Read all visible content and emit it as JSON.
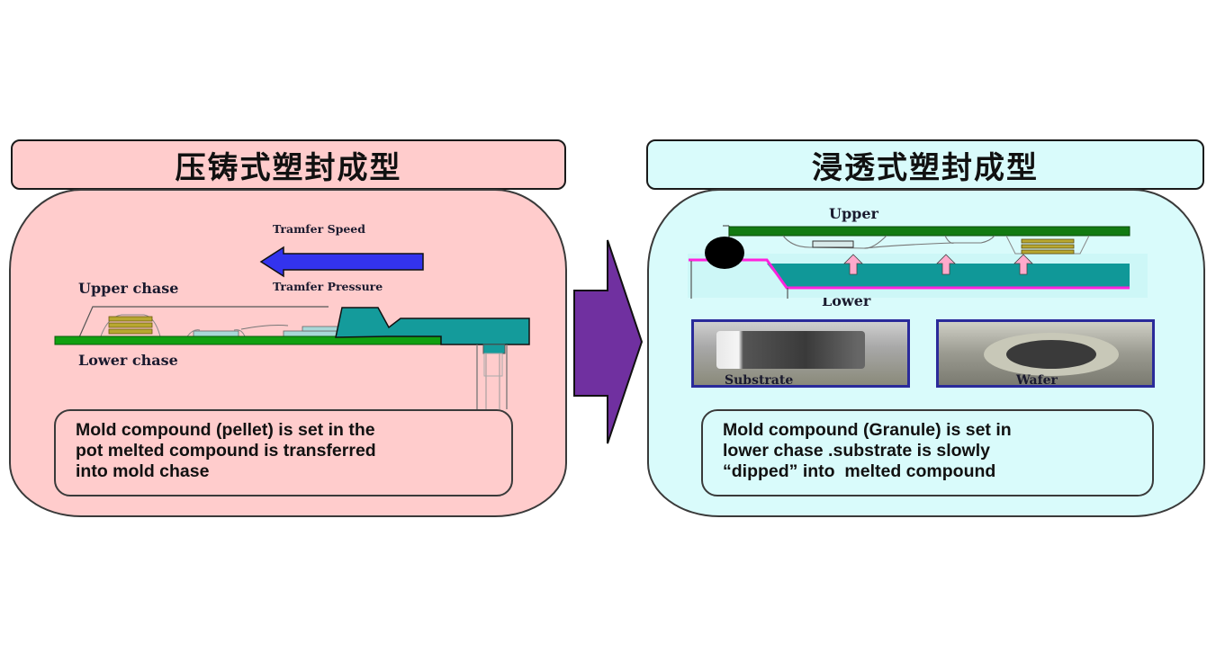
{
  "left_panel": {
    "title": "压铸式塑封成型",
    "colors": {
      "background": "#ffcccc",
      "border": "#3a3a3a"
    },
    "diagram": {
      "labels": {
        "transfer_speed": "Tramfer Speed",
        "transfer_pressure": "Tramfer Pressure",
        "upper_chase": "Upper chase",
        "lower_chase": "Lower chase"
      },
      "arrow_direction": "left",
      "arrow_color": "#3333ee"
    },
    "description": {
      "lines": [
        "Mold compound (pellet) is set in the",
        "pot melted compound is transferred",
        "into mold chase"
      ]
    }
  },
  "transition_arrow": {
    "direction": "right",
    "color": "#7030a0"
  },
  "right_panel": {
    "title": "浸透式塑封成型",
    "colors": {
      "background": "#d9fbfb",
      "border": "#3a3a3a"
    },
    "diagram": {
      "labels": {
        "upper": "Upper",
        "lower": "Lower"
      },
      "up_arrow_count": 3,
      "up_arrow_color": "#ffaacc"
    },
    "photos": [
      {
        "label": "Substrate"
      },
      {
        "label": "Wafer"
      }
    ],
    "description": {
      "lines": [
        "Mold compound (Granule) is set in",
        "lower chase .substrate is slowly",
        "“dipped” into  melted compound"
      ]
    }
  }
}
